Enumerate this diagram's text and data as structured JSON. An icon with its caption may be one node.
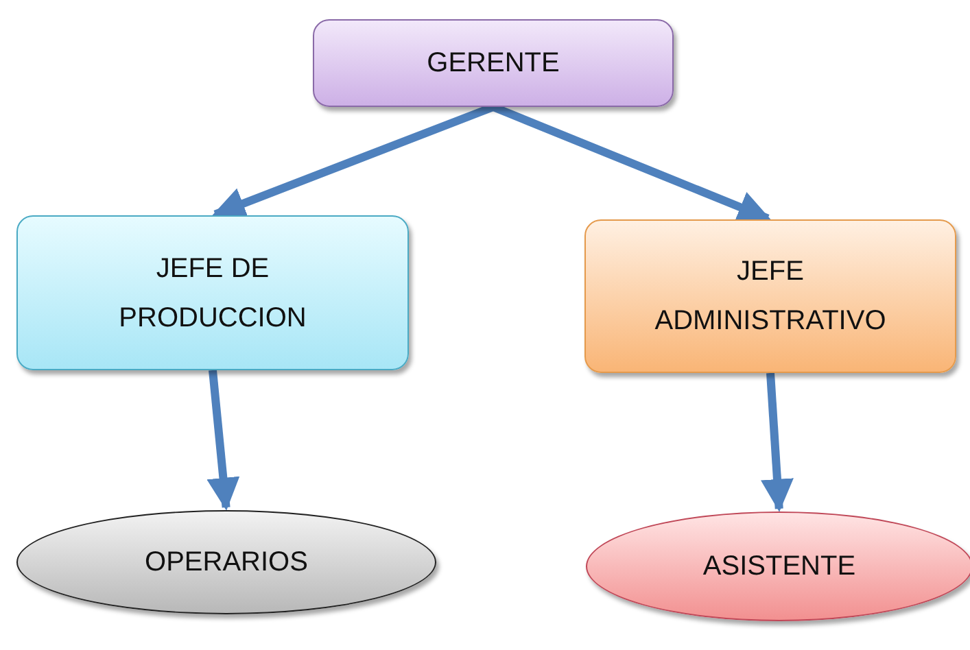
{
  "diagram": {
    "nodes": [
      {
        "text": [
          "GERENTE"
        ]
      },
      {
        "text": [
          "JEFE DE PRODUCCION"
        ]
      },
      {
        "text": [
          "JEFE ADMINISTRATIVO"
        ]
      },
      {
        "text": [
          "OPERARIOS"
        ]
      },
      {
        "text": [
          "ASISTENTE"
        ]
      }
    ],
    "edges": [
      {
        "from": 0,
        "to": 1,
        "arrow": "to"
      },
      {
        "from": 0,
        "to": 2,
        "arrow": "to"
      },
      {
        "from": 1,
        "to": 3,
        "arrow": "to"
      },
      {
        "from": 2,
        "to": 4,
        "arrow": "to"
      }
    ]
  }
}
